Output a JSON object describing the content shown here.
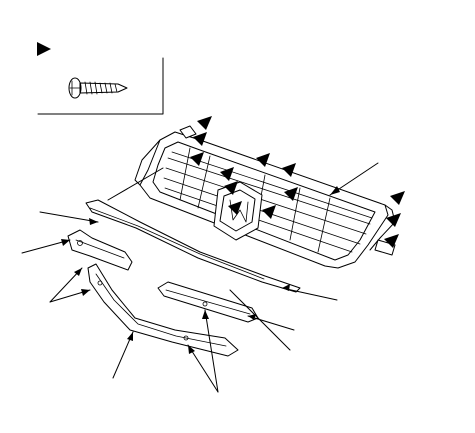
{
  "diagram": {
    "legend": {
      "symbol": "filled-triangle-marker",
      "fastener_icon": "self-tapping-screw-icon"
    },
    "callout_marker": "filled-triangle-marker",
    "parts": [
      "front-grille",
      "grille-emblem",
      "upper-grille-molding",
      "left-grille-bracket",
      "lower-grille-bracket",
      "center-grille-bracket",
      "grille-clip"
    ],
    "colors": {
      "ink": "#000000",
      "paper": "#ffffff"
    }
  }
}
